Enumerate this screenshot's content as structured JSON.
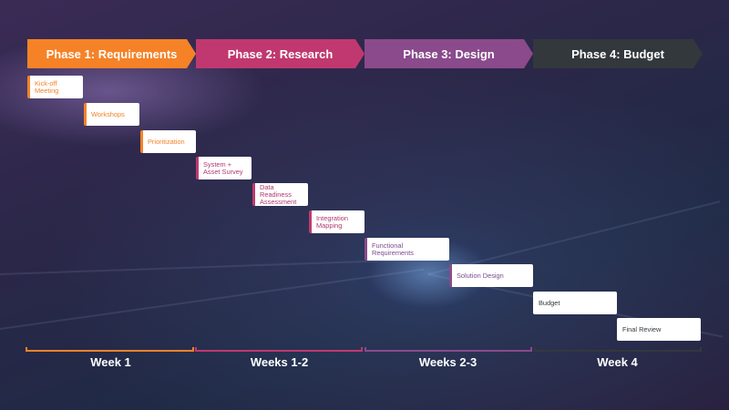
{
  "phases": [
    {
      "label": "Phase 1: Requirements",
      "color": "#f58227"
    },
    {
      "label": "Phase 2: Research",
      "color": "#c0386f"
    },
    {
      "label": "Phase 3: Design",
      "color": "#8a4a8c"
    },
    {
      "label": "Phase 4: Budget",
      "color": "#33383c"
    }
  ],
  "tasks": [
    {
      "label": "Kick-off Meeting"
    },
    {
      "label": "Workshops"
    },
    {
      "label": "Prioritization"
    },
    {
      "label": "System + Asset Survey"
    },
    {
      "label": "Data Readiness Assessment"
    },
    {
      "label": "Integration Mapping"
    },
    {
      "label": "Functional Requirements"
    },
    {
      "label": "Solution Design"
    },
    {
      "label": "Budget"
    },
    {
      "label": "Final Review"
    }
  ],
  "timeline": [
    {
      "label": "Week 1"
    },
    {
      "label": "Weeks 1-2"
    },
    {
      "label": "Weeks 2-3"
    },
    {
      "label": "Week 4"
    }
  ]
}
